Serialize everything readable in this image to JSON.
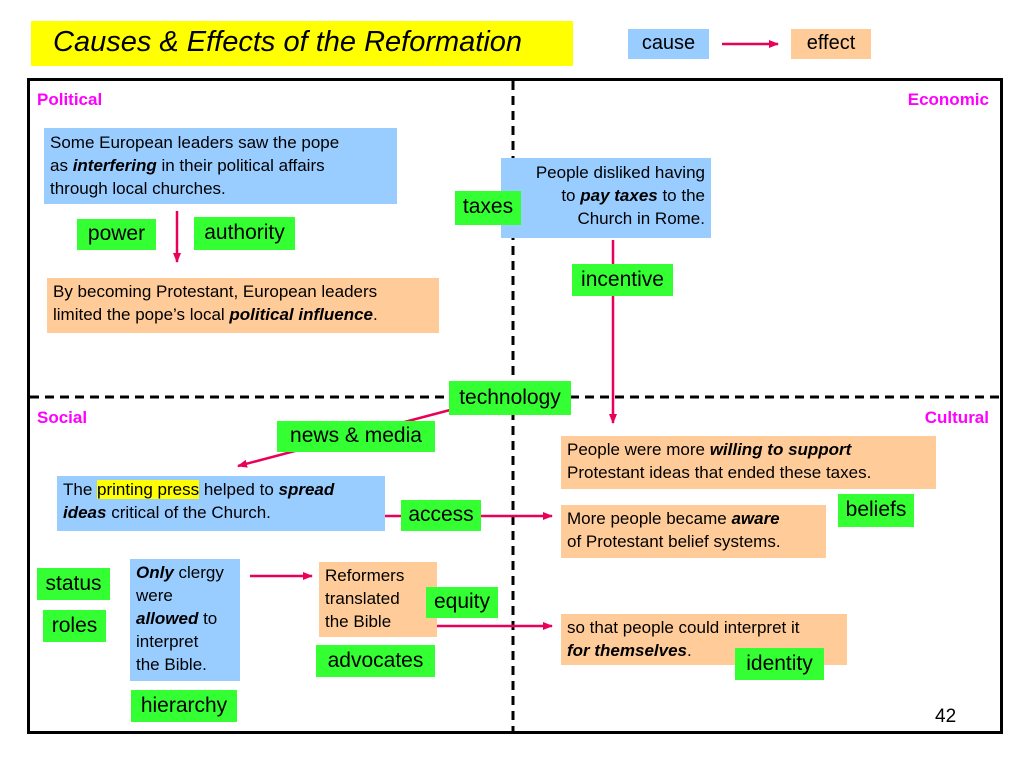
{
  "title": "Causes & Effects of the Reformation",
  "legend": {
    "cause": "cause",
    "effect": "effect"
  },
  "colors": {
    "cause": "#99ccff",
    "effect": "#ffcc99",
    "tag": "#33ff33",
    "arrow": "#e8005a",
    "quadrant_label": "#ff00ff",
    "title_bg": "#ffff00"
  },
  "quadrants": {
    "political": "Political",
    "economic": "Economic",
    "social": "Social",
    "cultural": "Cultural"
  },
  "political": {
    "cause": {
      "l1": "Some European leaders saw the pope",
      "l2a": "as ",
      "l2b": "interfering",
      "l2c": " in their political affairs",
      "l3": "through local churches."
    },
    "effect": {
      "l1": "By becoming Protestant, European leaders",
      "l2a": "limited the pope’s local ",
      "l2b": "political influence",
      "l2c": "."
    }
  },
  "economic": {
    "cause": {
      "l1": "People disliked having",
      "l2a": "to ",
      "l2b": "pay taxes",
      "l2c": " to the",
      "l3": "Church in Rome."
    }
  },
  "cultural": {
    "support": {
      "l1a": "People were more ",
      "l1b": "willing to support",
      "l2": "Protestant ideas that ended these taxes."
    },
    "aware": {
      "l1a": "More people became ",
      "l1b": "aware",
      "l2": "of Protestant belief systems."
    },
    "interpret": {
      "l1": "so that people could interpret it",
      "l2a": "for themselves",
      "l2b": "."
    }
  },
  "social": {
    "press": {
      "l1a": "The ",
      "l1b": "printing press",
      "l1c": " helped to ",
      "l1d": "spread",
      "l2a": "ideas",
      "l2b": " critical of the Church."
    },
    "clergy": {
      "l1a": "Only",
      "l1b": " clergy",
      "l2": "were",
      "l3a": "allowed",
      "l3b": " to",
      "l4": "interpret",
      "l5": "the Bible."
    },
    "reformers": {
      "l1": "Reformers",
      "l2": "translated",
      "l3": "the Bible"
    }
  },
  "tags": {
    "power": "power",
    "authority": "authority",
    "taxes": "taxes",
    "incentive": "incentive",
    "technology": "technology",
    "news_media": "news & media",
    "access": "access",
    "beliefs": "beliefs",
    "status": "status",
    "roles": "roles",
    "equity": "equity",
    "advocates": "advocates",
    "identity": "identity",
    "hierarchy": "hierarchy"
  },
  "page_number": "42"
}
